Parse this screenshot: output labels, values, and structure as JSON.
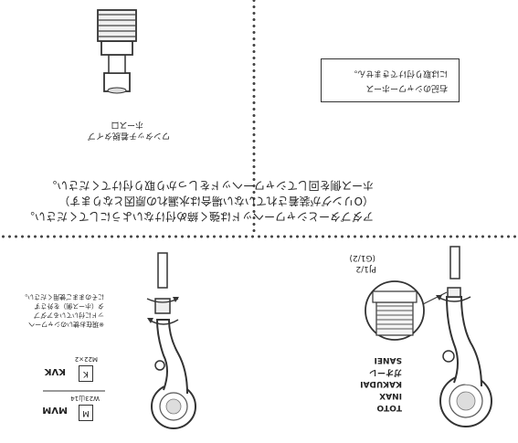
{
  "left_panel": {
    "brands": [
      "TOTO",
      "INAX",
      "KAKUDAI",
      "ガオーレ",
      "SANEI"
    ],
    "thread_label_line1": "PJ1/2",
    "thread_label_line2": "(G1/2)"
  },
  "right_panel": {
    "mvm_label": "MVM",
    "mvm_box_letter": "M",
    "mvm_spec": "W23山14",
    "kvk_label": "KVK",
    "kvk_box_letter": "K",
    "kvk_spec": "M22×2",
    "note_lines": [
      "※現在お使いのシャワーヘ",
      "ッドに付いているアダプ",
      "タ（ホース側）を外さず",
      "にそのままご使用ください。"
    ]
  },
  "instructions": {
    "lines": [
      "アダプターとシャワーヘッドは強く締め付けないようにしてください。",
      "（Oリングが装着されていない場合は水漏れの原因となります）",
      "ホース側を回してシャワーヘッドをしっかり取り付けてください。"
    ]
  },
  "adapter": {
    "caption_line1": "ワンタッチ着脱タイプ",
    "caption_line2": "ホース口"
  },
  "box_note": {
    "lines": [
      "右記のシャワーホース",
      "には取り付けできません。"
    ]
  }
}
